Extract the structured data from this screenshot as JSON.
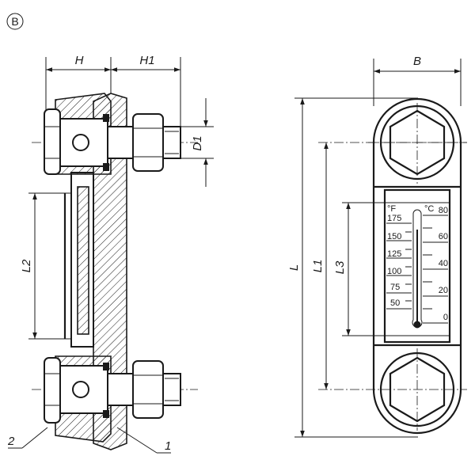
{
  "view_badge": "B",
  "dimensions": {
    "H": "H",
    "H1": "H1",
    "D1": "D1",
    "L": "L",
    "L1": "L1",
    "L2": "L2",
    "L3": "L3",
    "B": "B"
  },
  "callouts": {
    "seal": "2",
    "plate": "1"
  },
  "scale": {
    "fahrenheit_unit": "°F",
    "celsius_unit": "°C",
    "fahrenheit_ticks": [
      "175",
      "150",
      "125",
      "100",
      "75",
      "50"
    ],
    "celsius_ticks": [
      "80",
      "60",
      "40",
      "20",
      "0"
    ]
  }
}
